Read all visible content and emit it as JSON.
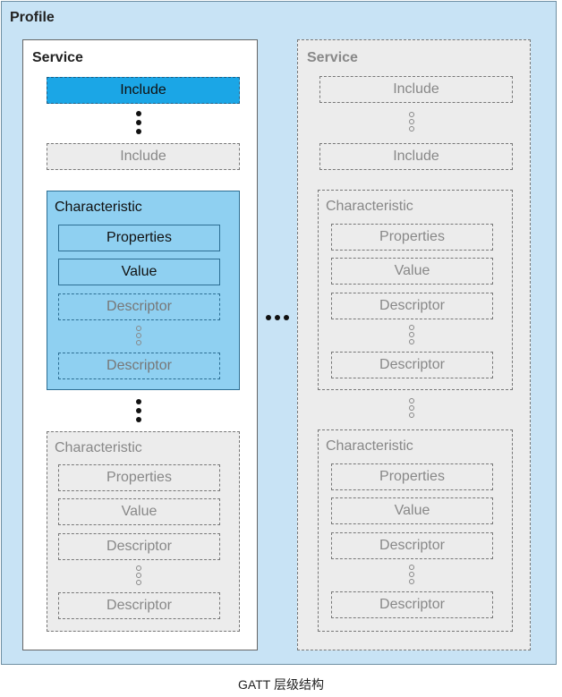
{
  "profile": {
    "title": "Profile"
  },
  "services": [
    {
      "title": "Service",
      "includes": [
        "Include",
        "Include"
      ],
      "characteristics": [
        {
          "title": "Characteristic",
          "items": [
            "Properties",
            "Value",
            "Descriptor",
            "Descriptor"
          ]
        },
        {
          "title": "Characteristic",
          "items": [
            "Properties",
            "Value",
            "Descriptor",
            "Descriptor"
          ]
        }
      ]
    },
    {
      "title": "Service",
      "includes": [
        "Include",
        "Include"
      ],
      "characteristics": [
        {
          "title": "Characteristic",
          "items": [
            "Properties",
            "Value",
            "Descriptor",
            "Descriptor"
          ]
        },
        {
          "title": "Characteristic",
          "items": [
            "Properties",
            "Value",
            "Descriptor",
            "Descriptor"
          ]
        }
      ]
    }
  ],
  "caption": "GATT 层级结构",
  "colors": {
    "profile_bg": "#c8e3f5",
    "include_active": "#1ba6e6",
    "characteristic_active": "#8fd0f1",
    "ghost": "#ececec"
  }
}
